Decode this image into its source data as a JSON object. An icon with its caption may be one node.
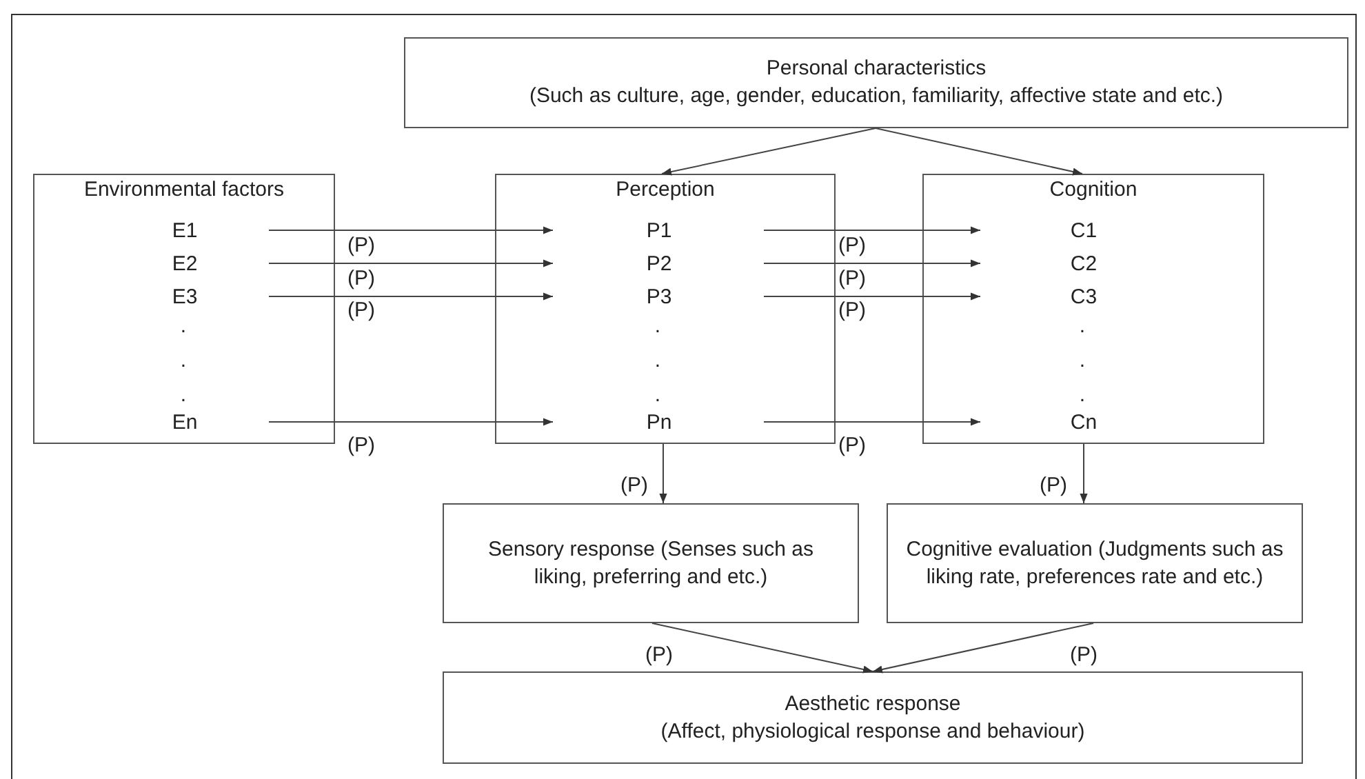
{
  "diagram": {
    "nodes": [
      {
        "text": [
          "Personal characteristics",
          "(Such as culture, age, gender, education, familiarity, affective state and etc.)"
        ]
      },
      {
        "text": [
          "Environmental factors"
        ]
      },
      {
        "text": [
          "E1"
        ],
        "in": 1
      },
      {
        "text": [
          "E2"
        ],
        "in": 1
      },
      {
        "text": [
          "E3"
        ],
        "in": 1
      },
      {
        "text": [
          "En"
        ],
        "in": 1
      },
      {
        "text": [
          "Perception"
        ]
      },
      {
        "text": [
          "P1"
        ],
        "in": 6
      },
      {
        "text": [
          "P2"
        ],
        "in": 6
      },
      {
        "text": [
          "P3"
        ],
        "in": 6
      },
      {
        "text": [
          "Pn"
        ],
        "in": 6
      },
      {
        "text": [
          "Cognition"
        ]
      },
      {
        "text": [
          "C1"
        ],
        "in": 11
      },
      {
        "text": [
          "C2"
        ],
        "in": 11
      },
      {
        "text": [
          "C3"
        ],
        "in": 11
      },
      {
        "text": [
          "Cn"
        ],
        "in": 11
      },
      {
        "text": [
          "Sensory response (Senses such as liking, preferring and etc.)"
        ]
      },
      {
        "text": [
          "Cognitive evaluation (Judgments such as liking rate, preferences rate and etc.)"
        ]
      },
      {
        "text": [
          "Aesthetic response",
          "(Affect, physiological response and behaviour)"
        ]
      }
    ],
    "edges": [
      {
        "from": 0,
        "to": 6,
        "arrow": "to"
      },
      {
        "from": 0,
        "to": 11,
        "arrow": "to"
      },
      {
        "from": 2,
        "to": 7,
        "arrow": "to",
        "label": "(P)"
      },
      {
        "from": 3,
        "to": 8,
        "arrow": "to",
        "label": "(P)"
      },
      {
        "from": 4,
        "to": 9,
        "arrow": "to",
        "label": "(P)"
      },
      {
        "from": 5,
        "to": 10,
        "arrow": "to",
        "label": "(P)"
      },
      {
        "from": 7,
        "to": 12,
        "arrow": "to",
        "label": "(P)"
      },
      {
        "from": 8,
        "to": 13,
        "arrow": "to",
        "label": "(P)"
      },
      {
        "from": 9,
        "to": 14,
        "arrow": "to",
        "label": "(P)"
      },
      {
        "from": 10,
        "to": 15,
        "arrow": "to",
        "label": "(P)"
      },
      {
        "from": 6,
        "to": 16,
        "arrow": "to",
        "label": "(P)"
      },
      {
        "from": 11,
        "to": 17,
        "arrow": "to",
        "label": "(P)"
      },
      {
        "from": 16,
        "to": 18,
        "arrow": "to",
        "label": "(P)"
      },
      {
        "from": 17,
        "to": 18,
        "arrow": "to",
        "label": "(P)"
      }
    ],
    "labels": [
      ".",
      ".",
      ".",
      ".",
      ".",
      ".",
      ".",
      ".",
      "."
    ]
  }
}
